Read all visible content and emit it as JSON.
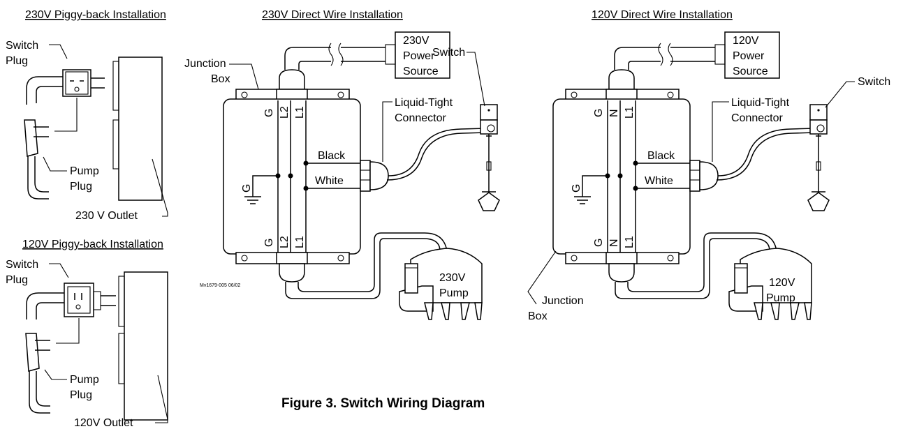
{
  "headers": {
    "piggy230": "230V Piggy-back Installation",
    "direct230": "230V Direct Wire Installation",
    "direct120": "120V Direct Wire Installation",
    "piggy120": "120V Piggy-back Installation"
  },
  "labels": {
    "switch": "Switch",
    "plug": "Plug",
    "pump": "Pump",
    "outlet230": "230 V Outlet",
    "outlet120": "120V  Outlet",
    "junction": "Junction",
    "box": "Box",
    "power": "Power",
    "source": "Source",
    "v230": "230V",
    "v120": "120V",
    "liquid_tight": "Liquid-Tight",
    "connector": "Connector",
    "black": "Black",
    "white": "White",
    "g": "G",
    "l1": "L1",
    "l2": "L2",
    "n": "N"
  },
  "drawing_id": "Mv1679-005 06/02",
  "caption": "Figure 3. Switch Wiring Diagram"
}
